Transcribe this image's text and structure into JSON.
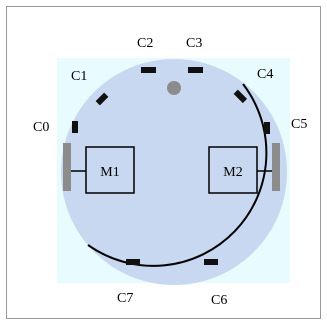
{
  "sensors": [
    {
      "id": "C0",
      "label": "C0"
    },
    {
      "id": "C1",
      "label": "C1"
    },
    {
      "id": "C2",
      "label": "C2"
    },
    {
      "id": "C3",
      "label": "C3"
    },
    {
      "id": "C4",
      "label": "C4"
    },
    {
      "id": "C5",
      "label": "C5"
    },
    {
      "id": "C6",
      "label": "C6"
    },
    {
      "id": "C7",
      "label": "C7"
    }
  ],
  "motors": [
    {
      "id": "M1",
      "label": "M1"
    },
    {
      "id": "M2",
      "label": "M2"
    }
  ],
  "colors": {
    "background_panel": "#e8fbff",
    "robot_body": "#c8d8f0",
    "robot_outline": "#000000",
    "sensor_marker": "#111111",
    "wheel": "#8c8c8c",
    "center_dot": "#8c8c8c",
    "motor_box": "#c8d8f0",
    "frame": "#999999"
  }
}
